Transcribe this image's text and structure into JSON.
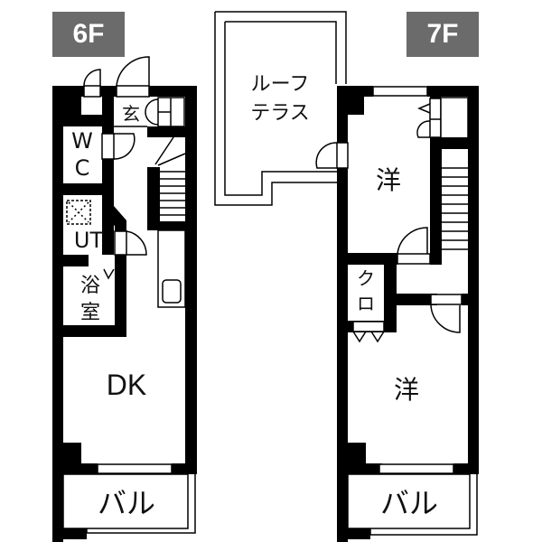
{
  "floors": {
    "f6": {
      "badge": "6F"
    },
    "f7": {
      "badge": "7F"
    }
  },
  "rooms": {
    "entrance": "玄",
    "wc_w": "W",
    "wc_c": "C",
    "ut": "UT",
    "bath_1": "浴",
    "bath_2": "室",
    "dk": "DK",
    "balcony_6f": "バル",
    "roof_1": "ルーフ",
    "roof_2": "テラス",
    "western_upper": "洋",
    "closet_1": "ク",
    "closet_2": "ロ",
    "western_lower": "洋",
    "balcony_7f": "バル"
  },
  "colors": {
    "wall": "#000000",
    "badge_bg": "#6b6b6b",
    "badge_text": "#ffffff",
    "background": "#ffffff"
  }
}
